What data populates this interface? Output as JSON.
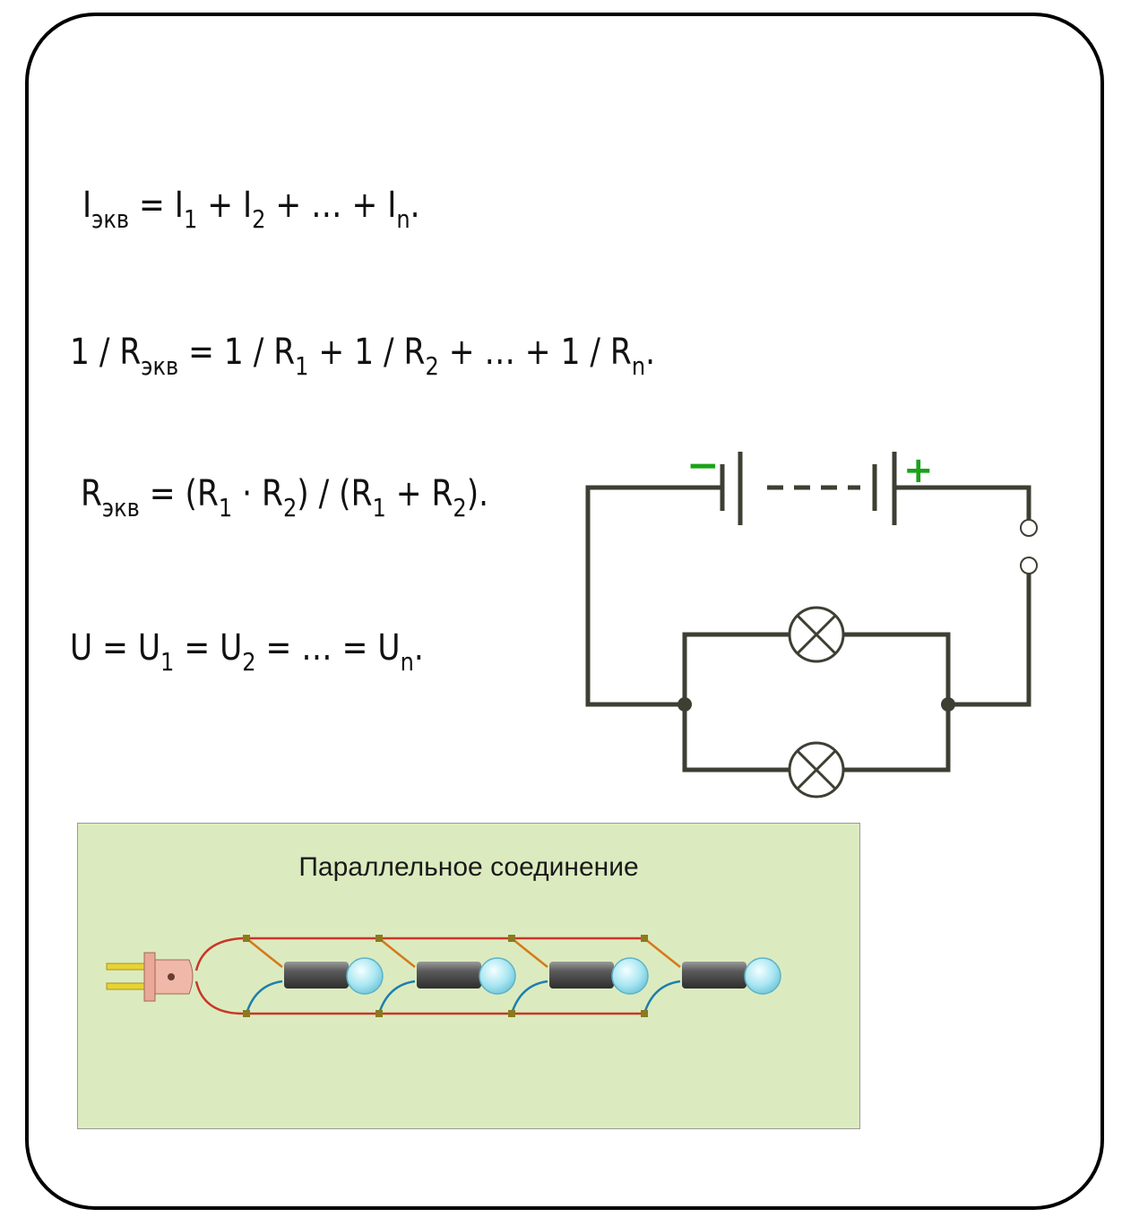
{
  "formulas": {
    "f1": {
      "main": "I",
      "sub_eq": "экв",
      "rest": [
        "= I",
        "1",
        "+ I",
        "2",
        "+ … + I",
        "n",
        "."
      ]
    },
    "f2": {
      "lead": "1 / R",
      "sub_eq": "экв",
      "rest": [
        "= 1 / R",
        "1",
        "+ 1 / R",
        "2",
        "+ … + 1 / R",
        "n",
        "."
      ]
    },
    "f3": {
      "lead": "R",
      "sub_eq": "экв",
      "rest": [
        "= (R",
        "1",
        "· R",
        "2",
        ") / (R",
        "1",
        "+ R",
        "2",
        ")."
      ]
    },
    "f4": {
      "lead": "U = U",
      "parts": [
        "1",
        "= U",
        "2",
        "= … = U",
        "n",
        "."
      ]
    }
  },
  "circuit": {
    "minus_label": "−",
    "plus_label": "+",
    "wire_color": "#3d3f33",
    "polarity_color": "#1aa31a"
  },
  "panel": {
    "title": "Параллельное соединение",
    "background": "#dcebbf",
    "bulb_count": 4
  }
}
